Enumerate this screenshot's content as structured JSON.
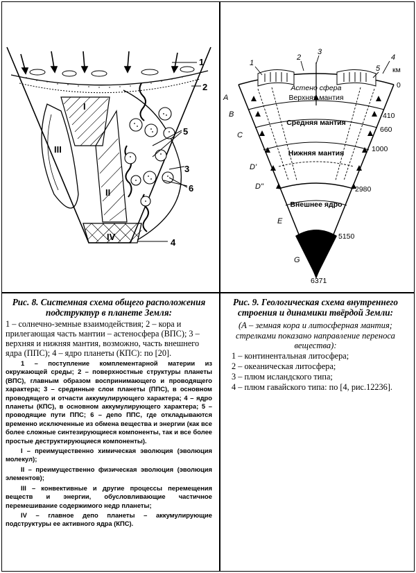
{
  "figure8": {
    "labels": [
      "1",
      "2",
      "3",
      "4",
      "5",
      "6",
      "I",
      "II",
      "III",
      "IV"
    ],
    "caption_title": "Рис. 8. Системная схема общего расположения подструктур в планете Земля:",
    "caption_text": "1 – солнечно-земные взаимодействия; 2 – кора и прилегающая часть мантии – астеносфера (ВПС); 3 – верхняя и нижняя мантия, возможно, часть внешнего ядра (ППС); 4 – ядро планеты (КПС): по [20].",
    "legend_paragraph": "1 – поступление комплементарной материи из окружающей среды; 2 – поверхностные структуры планеты (ВПС), главным образом воспринимающего и проводящего характера; 3 – срединные слои планеты (ППС), в основном проводящего и отчасти аккумулирующего характера; 4 – ядро планеты (КПС), в основном аккумулирующего характера; 5 – проводящие пути ППС; 6 – депо ППС, где откладываются временно исключенные из обмена вещества и энергии (как все более сложные синтезирующиеся компоненты, так и все более простые деструктирующиеся компоненты).",
    "roman_items": [
      "I – преимущественно химическая эволюция (эволюция молекул);",
      "II – преимущественно физическая эволюция (эволюция элементов);",
      "III – конвективные и другие процессы перемещения веществ и энергии, обусловливающие частичное перемешивание содержимого недр планеты;",
      "IV – главное депо планеты – аккумулирующие подструктуры ее активного ядра (КПС)."
    ]
  },
  "figure9": {
    "top_labels": [
      "1",
      "2",
      "3",
      "4",
      "5"
    ],
    "layer_labels": {
      "asthenosphere": "Астено сфера",
      "upper_mantle": "Верхняя мантия",
      "middle_mantle": "Средняя мантия",
      "lower_mantle": "Нижняя мантия",
      "outer_core": "Внешнее ядро"
    },
    "zone_letters": [
      "A",
      "B",
      "C",
      "D'",
      "D\"",
      "E",
      "G"
    ],
    "depth_unit": "км",
    "depths": [
      "0",
      "410",
      "660",
      "1000",
      "2980",
      "5150",
      "6371"
    ],
    "caption_title": "Рис. 9. Геологическая схема внутреннего строения и динамики твёрдой Земли:",
    "caption_sub": "(А – земная кора и литосферная мантия; стрелками показано направление переноса вещества):",
    "items": [
      "1 – континентальная литосфера;",
      "2 – океаническая литосфера;",
      "3 – плюм исландского типа;",
      "4 – плюм гавайского типа: по [4, рис.12236]."
    ]
  }
}
